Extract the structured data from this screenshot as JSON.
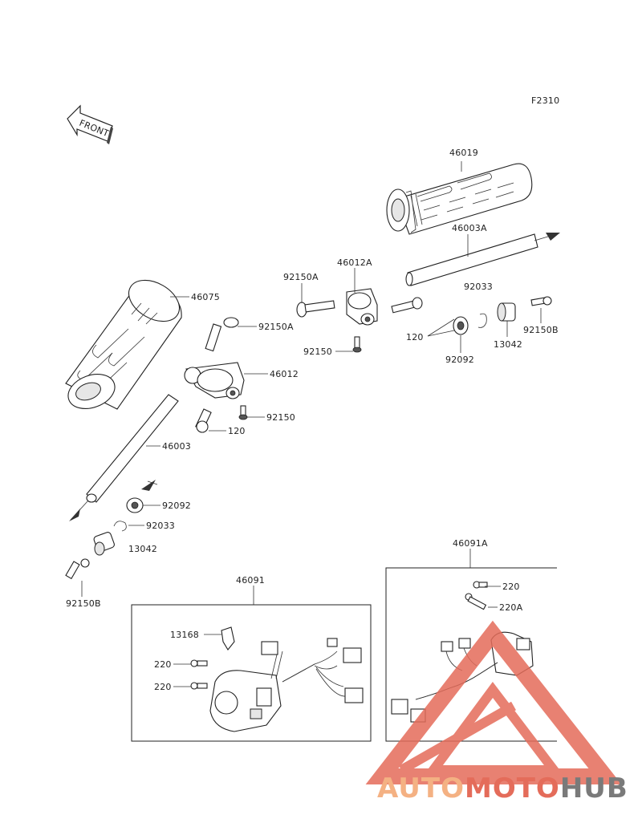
{
  "diagram": {
    "figure_code": "F2310",
    "front_marker": "FRONT",
    "labels": {
      "grip_right": "46019",
      "pipe_right": "46003A",
      "holder_right": "46012A",
      "bolt_92150A_r": "92150A",
      "bolt_92150_r": "92150",
      "weight_shaft_r": "92033",
      "clip_120_r": "120",
      "damper_r": "92092",
      "weight_r": "13042",
      "bolt_92150B_r": "92150B",
      "grip_left": "46075",
      "bolt_92150A_l": "92150A",
      "holder_left": "46012",
      "bolt_92150_l": "92150",
      "clip_120_l": "120",
      "pipe_left": "46003",
      "damper_l": "92092",
      "weight_shaft_l": "92033",
      "weight_l": "13042",
      "bolt_92150B_l": "92150B",
      "switch_left": "46091",
      "clamp_13168": "13168",
      "screw_220_a": "220",
      "screw_220_b": "220",
      "switch_right": "46091A",
      "screw_220_c": "220",
      "screw_220A": "220A"
    }
  },
  "watermark": {
    "part1": "AUTO",
    "part2": "MOTO",
    "part3": "HUB",
    "color1": "#f4b183",
    "color2": "#e46c5a",
    "color3": "#7a7a7a"
  }
}
